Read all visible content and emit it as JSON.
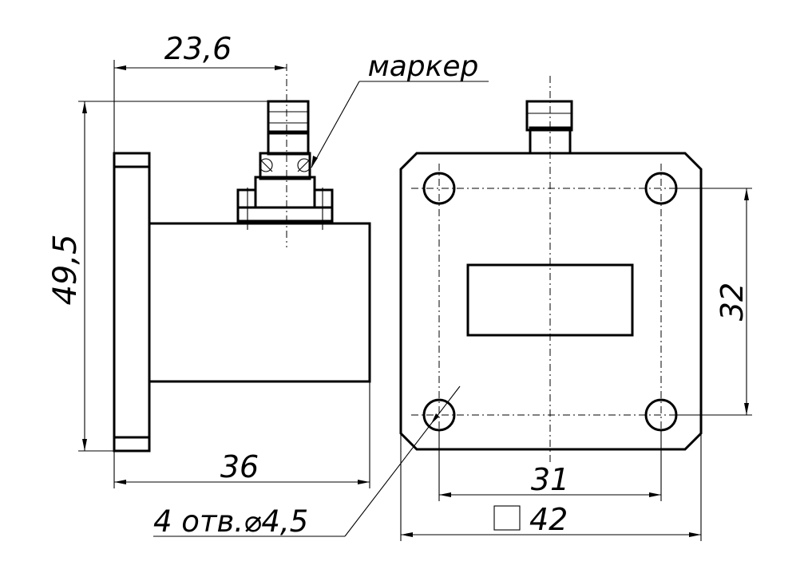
{
  "dimensions": {
    "connector_offset": "23,6",
    "height": "49,5",
    "length": "36",
    "hole_spacing_horizontal": "31",
    "hole_spacing_vertical": "32",
    "flange_square": "42",
    "holes_note": "4 отв.⌀4,5",
    "marker_label": "маркер"
  },
  "colors": {
    "ink": "#000000",
    "paper": "#ffffff"
  }
}
